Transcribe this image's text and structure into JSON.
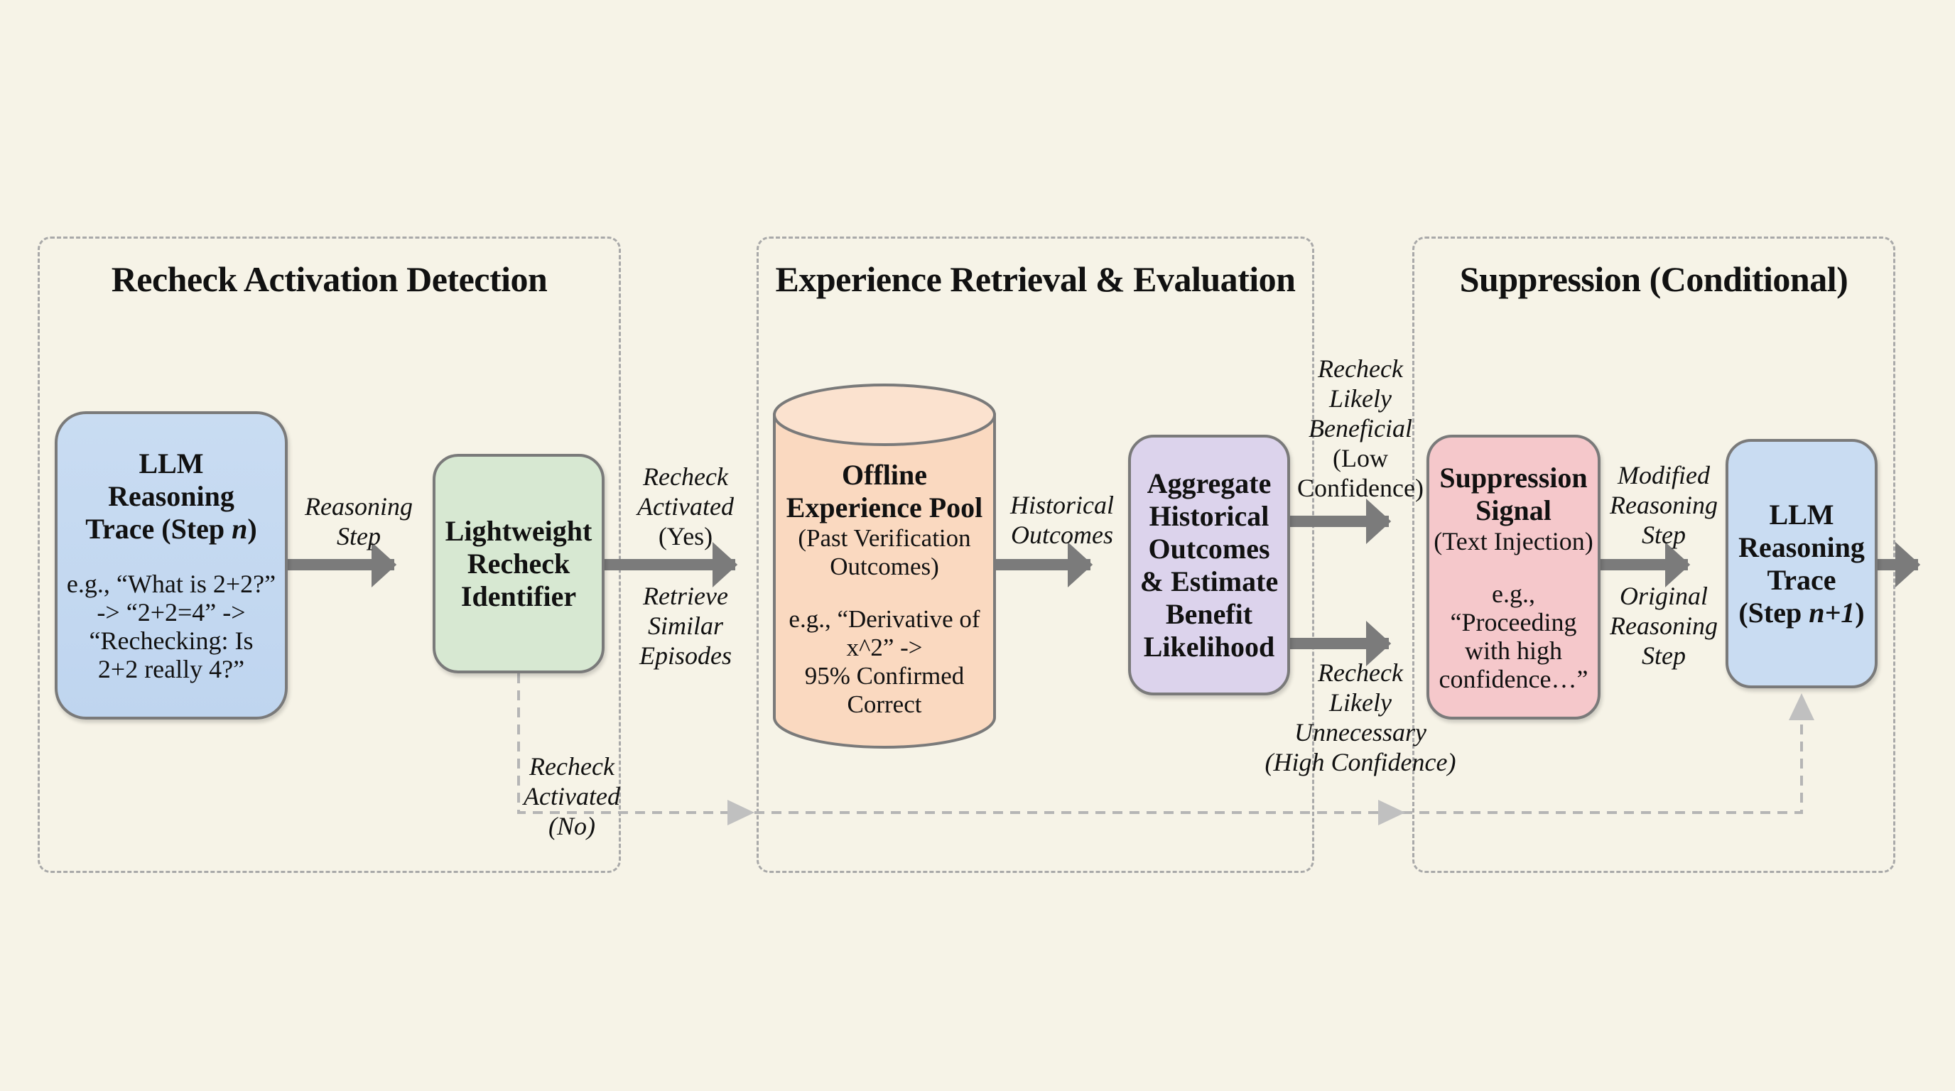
{
  "sections": [
    {
      "title": "Recheck Activation Detection"
    },
    {
      "title": "Experience Retrieval & Evaluation"
    },
    {
      "title": "Suppression (Conditional)"
    }
  ],
  "nodes": {
    "llm_trace_n": {
      "title_lines": [
        "LLM",
        "Reasoning",
        "Trace (Step "
      ],
      "title_var": "n",
      "title_close": ")",
      "example_lines": [
        "e.g., “What is 2+2?”",
        "-> “2+2=4” ->",
        "“Rechecking: Is",
        "2+2 really 4?”"
      ],
      "fill": "#c9dcf2"
    },
    "identifier": {
      "title_lines": [
        "Lightweight",
        "Recheck",
        "Identifier"
      ],
      "fill": "#d7e8d2"
    },
    "experience_pool": {
      "title_lines": [
        "Offline",
        "Experience Pool"
      ],
      "subtitle_lines": [
        "(Past Verification",
        "Outcomes)"
      ],
      "example_lines": [
        "e.g., “Derivative of",
        "x^2” ->",
        "95% Confirmed",
        "Correct"
      ],
      "fill": "#fad9c0"
    },
    "aggregate": {
      "title_lines": [
        "Aggregate",
        "Historical",
        "Outcomes",
        "& Estimate",
        "Benefit",
        "Likelihood"
      ],
      "fill": "#dcd3ec"
    },
    "suppression": {
      "title_lines": [
        "Suppression",
        "Signal"
      ],
      "subtitle": "(Text Injection)",
      "example_lines": [
        "e.g.,",
        "“Proceeding",
        "with high",
        "confidence…”"
      ],
      "fill": "#f5c8cb"
    },
    "llm_trace_n1": {
      "title_lines": [
        "LLM",
        "Reasoning",
        "Trace"
      ],
      "title_last_prefix": "(Step ",
      "title_var": "n+1",
      "title_close": ")",
      "fill": "#c9dcf2"
    }
  },
  "edges": {
    "reasoning_step": [
      "Reasoning",
      "Step"
    ],
    "recheck_yes": [
      "Recheck",
      "Activated",
      "(Yes)"
    ],
    "retrieve_similar": [
      "Retrieve",
      "Similar",
      "Episodes"
    ],
    "historical_outcomes": [
      "Historical",
      "Outcomes"
    ],
    "likely_beneficial": [
      "Recheck",
      "Likely",
      "Beneficial",
      "(Low",
      "Confidence)"
    ],
    "likely_unnecessary": [
      "Recheck",
      "Likely",
      "Unnecessary",
      "(High Confidence)"
    ],
    "modified_step": [
      "Modified",
      "Reasoning",
      "Step"
    ],
    "original_step": [
      "Original",
      "Reasoning",
      "Step"
    ],
    "recheck_no": [
      "Recheck",
      "Activated",
      "(No)"
    ]
  },
  "colors": {
    "background": "#f6f3e7",
    "arrow": "#7b7b7b",
    "dashed_arrow": "#b5b5b5",
    "border": "#7a7a7a"
  }
}
